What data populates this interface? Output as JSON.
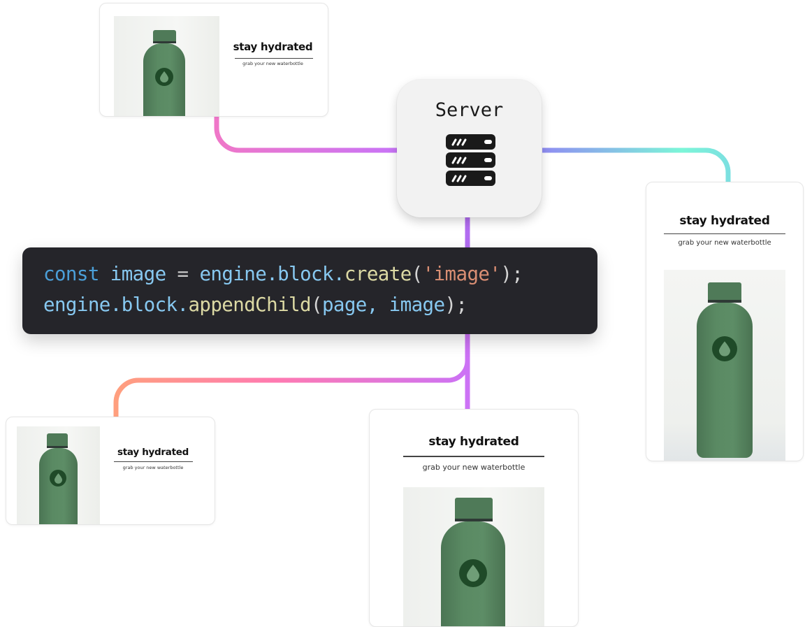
{
  "server": {
    "label": "Server",
    "icon": "server-rack-icon"
  },
  "code": {
    "line1": {
      "kw": "const",
      "var": "image",
      "op": "=",
      "obj": "engine.block.",
      "fn": "create",
      "open": "(",
      "str": "'image'",
      "close": ");"
    },
    "line2": {
      "obj": "engine.block.",
      "fn": "appendChild",
      "open": "(",
      "args": "page, image",
      "close": ");"
    }
  },
  "cards": [
    {
      "id": "top-left",
      "title": "stay hydrated",
      "subtitle": "grab your new waterbottle",
      "layout": "landscape"
    },
    {
      "id": "right",
      "title": "stay hydrated",
      "subtitle": "grab your new waterbottle",
      "layout": "portrait"
    },
    {
      "id": "bottom-left",
      "title": "stay hydrated",
      "subtitle": "grab your new waterbottle",
      "layout": "landscape"
    },
    {
      "id": "bottom-center",
      "title": "stay hydrated",
      "subtitle": "grab your new waterbottle",
      "layout": "portrait"
    }
  ],
  "colors": {
    "code_bg": "#25252a",
    "server_bg": "#f2f2f2",
    "connector_pink": "#ef77c8",
    "connector_purple": "#c874f7",
    "connector_cyan": "#7cf2d6",
    "connector_orange": "#ff9f7e",
    "bottle_green": "#5a8a63"
  }
}
